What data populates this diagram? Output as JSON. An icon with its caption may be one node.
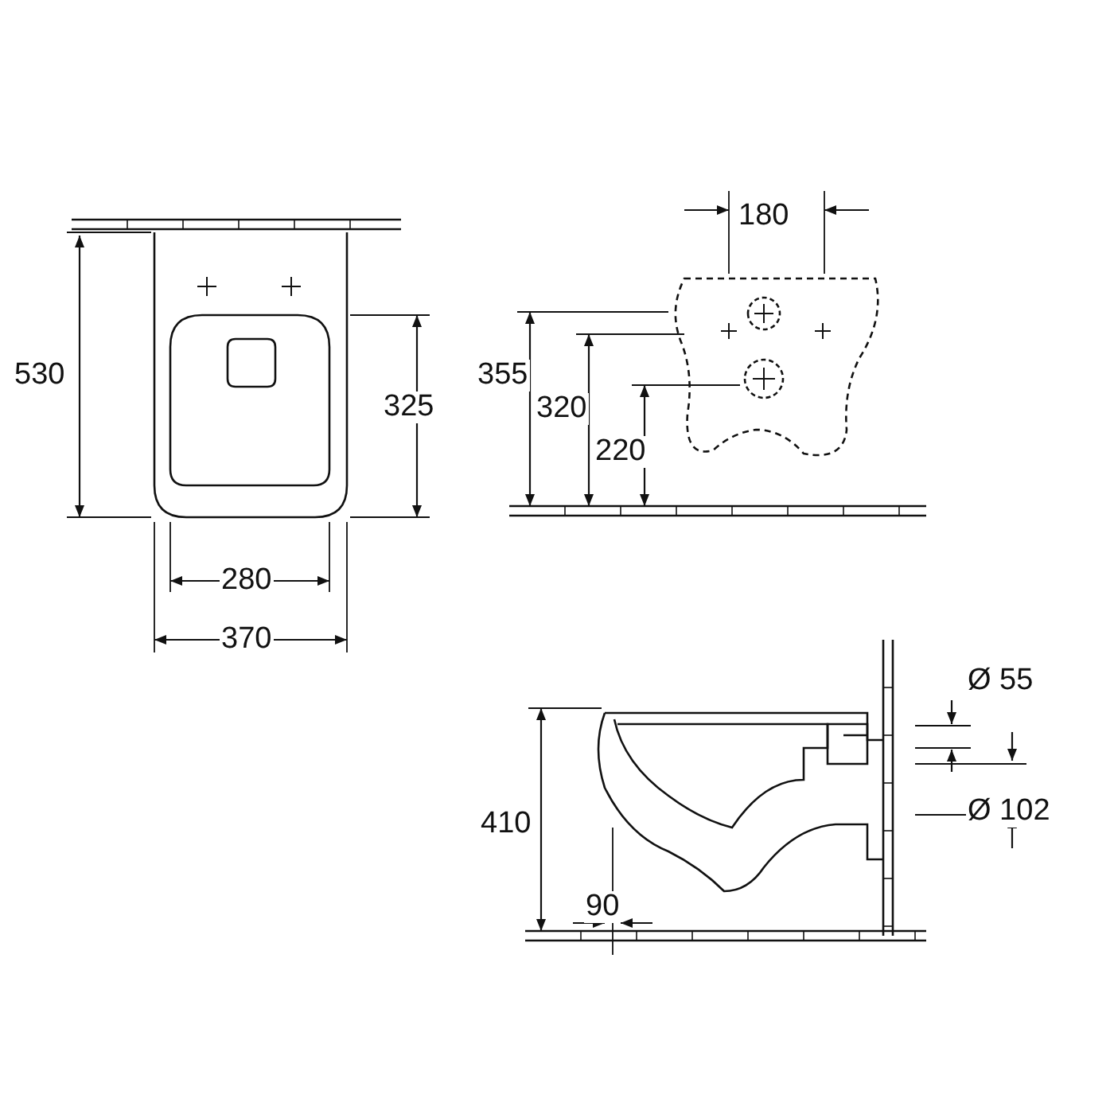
{
  "diagram": {
    "labels": [
      "530",
      "325",
      "180",
      "355",
      "320",
      "220",
      "280",
      "370",
      "Ø 55",
      "410",
      "Ø 102",
      "90"
    ]
  }
}
